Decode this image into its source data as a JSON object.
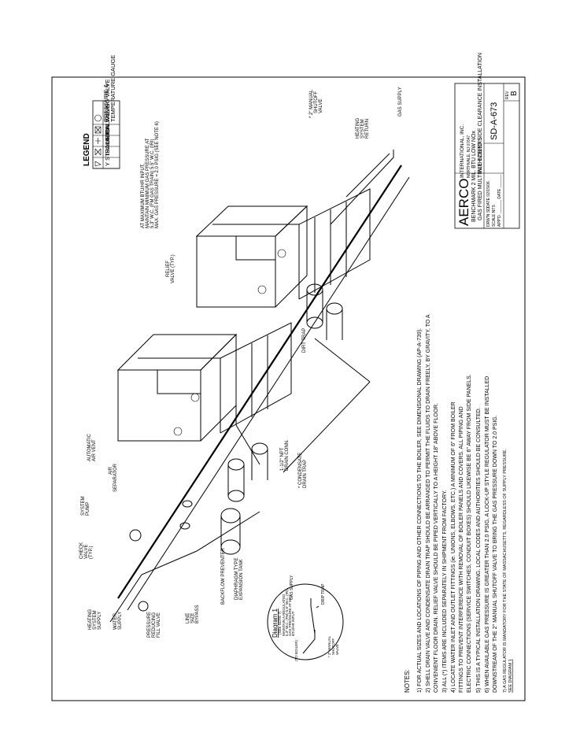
{
  "legend": {
    "title": "LEGEND",
    "items": [
      {
        "symbol": "strainer-icon",
        "label": "Y STRAINER"
      },
      {
        "symbol": "isolation-valve-icon",
        "label": "ISOLATION VALVE"
      },
      {
        "symbol": "union-icon",
        "label": "UNION"
      },
      {
        "symbol": "balancing-valve-icon",
        "label": "BALANCING VALVE"
      },
      {
        "symbol": "gauge-icon",
        "label": "PRESSURE &"
      },
      {
        "symbol": "",
        "label": "TEMPERATURE GAUGE"
      }
    ]
  },
  "labels": {
    "manual_shutoff": [
      "* 2\" MANUAL",
      "SHUTOFF",
      "VALVE"
    ],
    "gas_supply": "GAS SUPPLY",
    "heating_return": [
      "HEATING",
      "SYSTEM",
      "RETURN"
    ],
    "max_input": [
      "AT MAXIMUM BTU/HR INPUT,",
      "MAINTAIN MINIMUM GAS PRESSURE AT",
      "5.3\" W.C. (FM GAS TRAIN) 5.5\" W.C. (IRI)",
      "MAX. GAS PRESSURE = 2.0 PSIG (SEE NOTE 6)"
    ],
    "relief": [
      "RELIEF",
      "VALVE (TYP.)"
    ],
    "dirt_trap": "DIRT TRAP",
    "air_vent": [
      "AUTOMATIC",
      "AIR VENT"
    ],
    "air_separator": [
      "AIR",
      "SEPARATOR"
    ],
    "system_pump": [
      "SYSTEM",
      "PUMP"
    ],
    "check_valve": [
      "CHECK",
      "VALVE",
      "(TYP.)"
    ],
    "heating_supply": [
      "HEATING",
      "SYSTEM",
      "SUPPLY"
    ],
    "water_supply": [
      "WATER",
      "SUPPLY"
    ],
    "prv": [
      "PRESSURE",
      "REDUCING",
      "FILL VALVE"
    ],
    "line_bypass": [
      "LINE",
      "SIZE",
      "BYPASS"
    ],
    "backflow": "BACKFLOW PREVENTER",
    "expansion_tank": [
      "DIAPHRAGM TYPE",
      "EXPANSION TANK"
    ],
    "drain_conn": [
      "1-1/2\" NPT",
      "DRAIN CONN."
    ],
    "condensate_trap": [
      "* CONDENSATE",
      "DRAIN TRAP"
    ]
  },
  "diagram1": {
    "title": "Diagram 1",
    "note": "(SEE NOTE 7)",
    "text": [
      "MAINTAIN A REGULATED",
      "5.3\" W.C. (FM) 5.5\" W.C. (IRI)",
      "GAS PRESSURE AT MAX",
      "BTU/HR INPUT"
    ],
    "gas_supply": "GAS SUPPLY",
    "drip_trap": "DRIP TRAP",
    "to_boiler": "(TO BOILER)",
    "shutoff": [
      "* 2\" MANUAL",
      "SHUTOFF",
      "VALVE"
    ]
  },
  "notes": {
    "title": "NOTES:",
    "lines": [
      "1) FOR ACTUAL SIZES AND LOCATIONS OF PIPING AND OTHER CONNECTIONS TO THE BOILER, SEE DIMENSIONAL DRAWING (AP-A-739).",
      "2) SHELL DRAIN VALVE AND CONDENSATE DRAIN TRAP SHOULD BE ARRANGED TO PERMIT THE FLUIDS TO DRAIN FREELY, BY GRAVITY, TO A",
      "    CONVENIENT FLOOR DRAIN. RELIEF VALVE SHOULD BE PIPED VERTICALLY TO A HEIGHT 18\" ABOVE FLOOR.",
      "3) ALL (*) ITEMS ARE INCLUDED SEPARATELY IN SHIPMENT FROM FACTORY.",
      "4) LOCATE WATER INLET AND OUTLET FITTINGS (ie. UNIONS, ELBOWS, ETC.) A MINIMUM OF 6\" FROM BOILER",
      "    FITTINGS TO PREVENT INTERFERENCE WITH REMOVAL OF BOILER PANELS AND COVERS. ALL PIPING AND",
      "    ELECTRIC CONNECTIONS (SERVICE SWITCHES, CONDUIT BOXES) SHOULD LIKEWISE BE 6\" AWAY FROM SIDE PANELS.",
      "5) THIS IS A TYPICAL INSTALLATION DRAWING. LOCAL CODES AND AUTHORITIES SHOULD BE CONSULTED.",
      "6) WHEN AVAILABLE GAS PRESSURE IS GREATER THAN 2.0 PSIG, A LOCK-UP STYLE REGULATOR MUST BE INSTALLED",
      "    DOWNSTREAM OF THE 2\" MANUAL SHUTOFF VALVE TO BRING THE GAS PRESSURE DOWN TO 2.0 PSIG.",
      "7) A GAS REGULATOR IS MANDATORY FOR THE STATE OF MASSACHUSETTS, REGARDLESS OF SUPPLY PRESSURE.",
      "    SEE DIAGRAM 1"
    ]
  },
  "title_block": {
    "company": "AERCO",
    "company_full": "INTERNATIONAL, INC.",
    "company_city": "NORTHVALE, NJ  07647",
    "desc1": "BENCHMARK 2 MIL. BTU LOW NOx",
    "desc2": "GAS FIRED MULTIPLE BOILERS",
    "desc3": "WITH ZERO SIDE CLEARANCE INSTALLATION",
    "drwn": "DRW'N  SD",
    "date": "DATE 02/15/06",
    "scale": "SCALE   NTS",
    "appd": "APP'D. ______   DATE ______",
    "dwg_no": "SD-A-673",
    "rev_label": "REV",
    "rev": "B"
  }
}
